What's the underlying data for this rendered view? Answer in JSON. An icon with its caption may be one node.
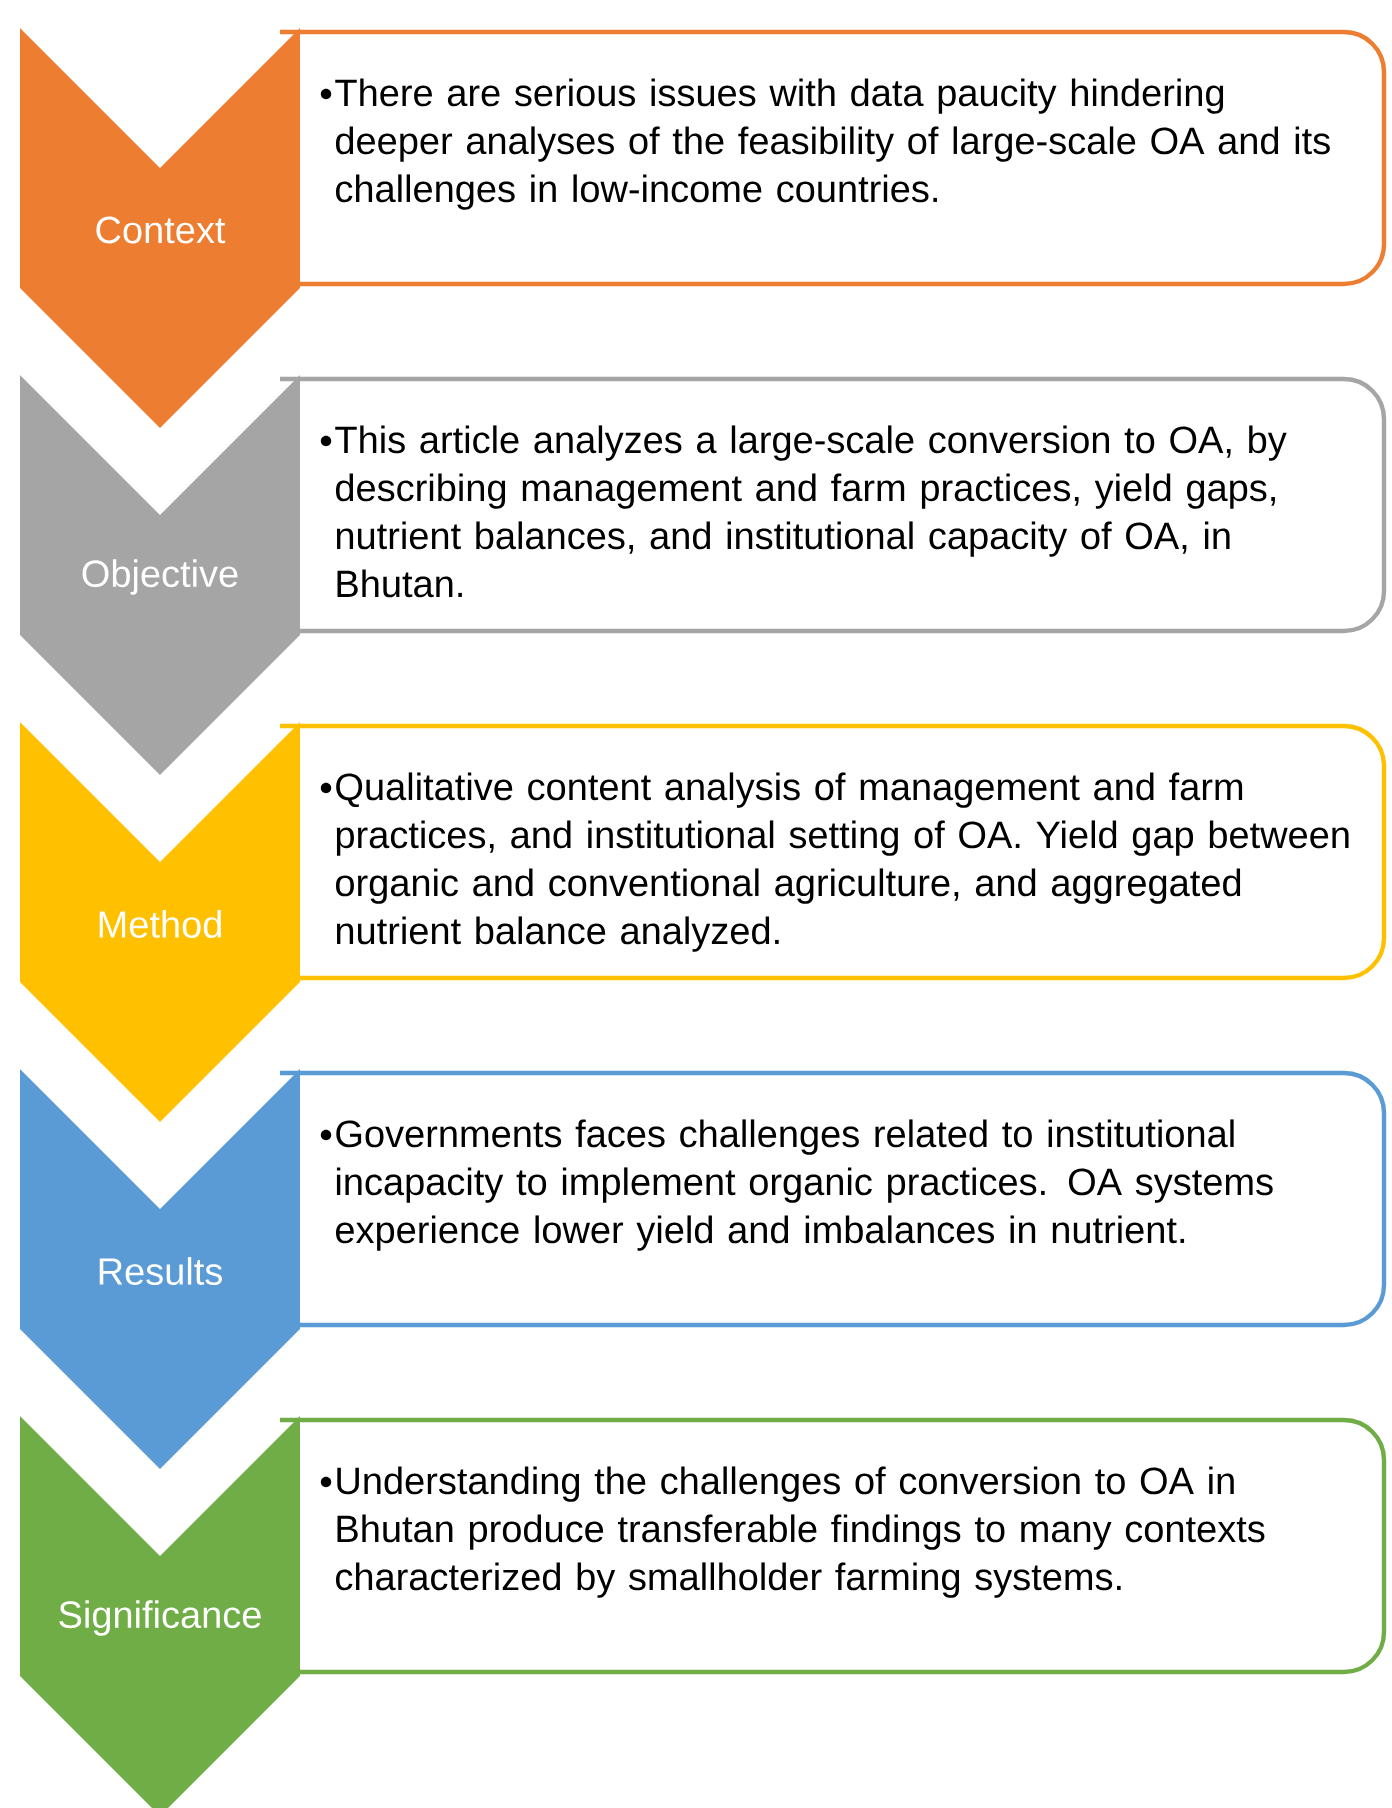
{
  "diagram": {
    "nodes": [
      {
        "text": [
          "Context"
        ]
      },
      {
        "text": [
          "There are serious issues with data paucity hindering deeper analyses of the feasibility of large-scale OA and its challenges in low-income countries."
        ]
      },
      {
        "text": [
          "Objective"
        ]
      },
      {
        "text": [
          "This article analyzes a large-scale conversion to OA, by describing management and farm practices, yield gaps, nutrient balances, and institutional capacity of OA, in Bhutan."
        ]
      },
      {
        "text": [
          "Method"
        ]
      },
      {
        "text": [
          "Qualitative content analysis of management and farm practices, and institutional setting of OA. Yield gap between organic and conventional agriculture, and aggregated nutrient balance analyzed."
        ]
      },
      {
        "text": [
          "Results"
        ]
      },
      {
        "text": [
          "Governments faces challenges related to institutional incapacity to implement organic practices. OA systems experience lower yield and imbalances in nutrient."
        ]
      },
      {
        "text": [
          "Significance"
        ]
      },
      {
        "text": [
          "Understanding the challenges of conversion to OA in Bhutan produce transferable findings to many contexts characterized by smallholder farming systems."
        ]
      }
    ]
  }
}
